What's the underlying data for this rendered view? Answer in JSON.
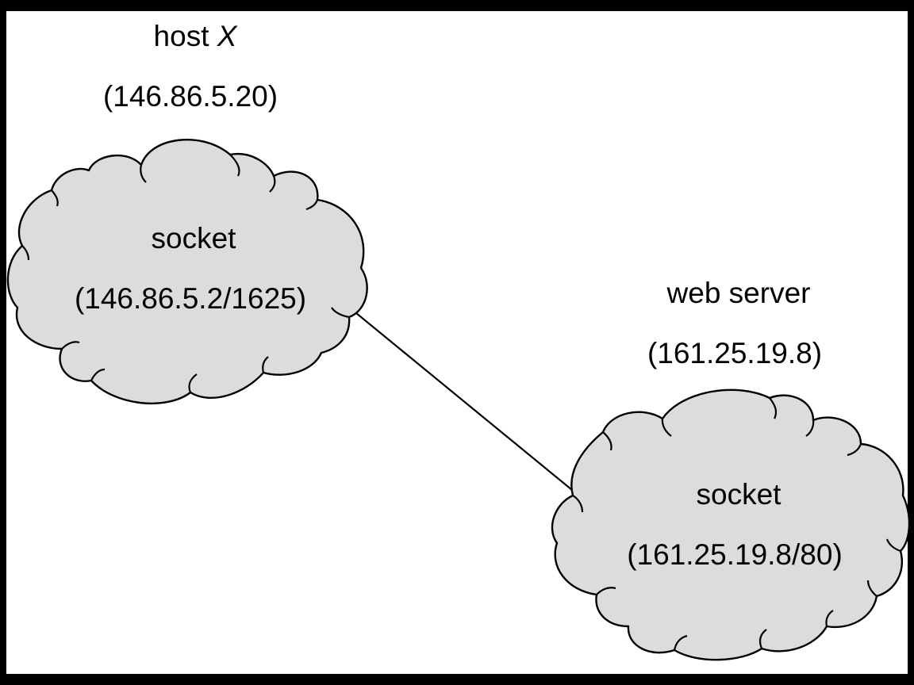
{
  "colors": {
    "frame": "#000000",
    "background": "#ffffff",
    "cloud_fill": "#dddbdd",
    "stroke": "#000000"
  },
  "host": {
    "name_prefix": "host",
    "name_variable": "X",
    "ip": "(146.86.5.20)",
    "socket": {
      "title": "socket",
      "address": "(146.86.5.2/1625)"
    }
  },
  "server": {
    "name": "web server",
    "ip": "(161.25.19.8)",
    "socket": {
      "title": "socket",
      "address": "(161.25.19.8/80)"
    }
  }
}
